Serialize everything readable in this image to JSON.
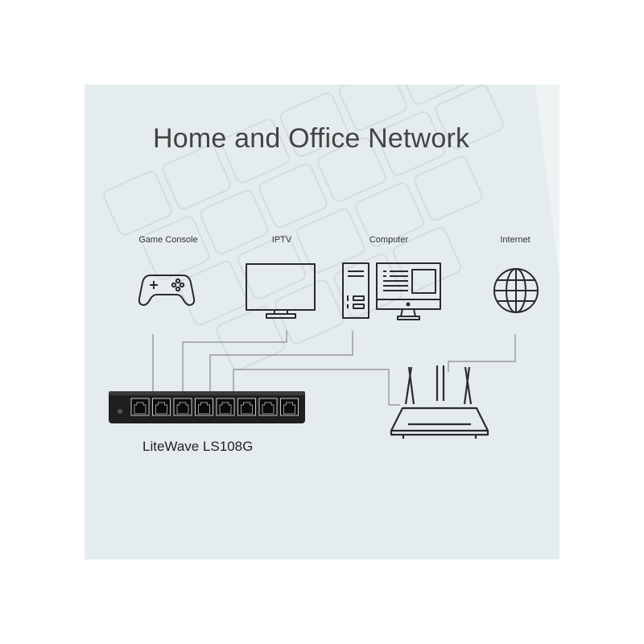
{
  "diagram": {
    "title": "Home and Office Network",
    "devices": [
      {
        "id": "game-console",
        "label": "Game Console",
        "icon": "gamepad-icon"
      },
      {
        "id": "iptv",
        "label": "IPTV",
        "icon": "monitor-icon"
      },
      {
        "id": "computer",
        "label": "Computer",
        "icon": "desktop-computer-icon"
      },
      {
        "id": "internet",
        "label": "Internet",
        "icon": "globe-icon"
      }
    ],
    "switch": {
      "label": "LiteWave LS108G",
      "ports": 8,
      "icon": "network-switch-icon"
    },
    "router": {
      "icon": "wireless-router-icon"
    },
    "colors": {
      "panel": "#e4ecee",
      "line": "#8a8a8a",
      "icon": "#2b2b2b",
      "switch_body": "#1f1f1f"
    }
  }
}
